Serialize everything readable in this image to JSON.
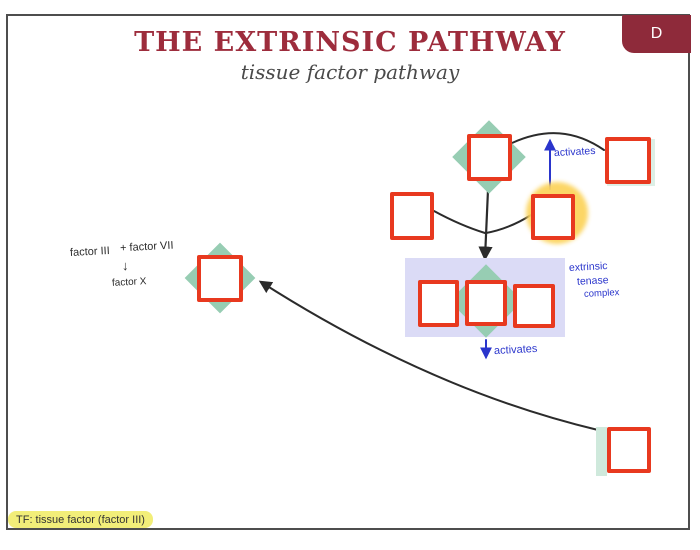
{
  "header": {
    "title": "THE EXTRINSIC PATHWAY",
    "subtitle": "tissue factor pathway"
  },
  "corner_tab": {
    "label": "D"
  },
  "notes": {
    "factor_note": {
      "factor_iii": "factor III",
      "plus_factor_vii": "+ factor VII",
      "down_arrow": "↓",
      "factor_x": "factor X"
    },
    "activates_top": "activates",
    "activates_bottom": "activates",
    "tenase_complex": {
      "line1": "extrinsic",
      "line2": "tenase",
      "line3": "complex"
    },
    "footnote": "TF: tissue factor (factor III)"
  },
  "colors": {
    "title_red": "#9d2c3c",
    "tab_maroon": "#8e2a3a",
    "cover_box_red": "#e8391f",
    "diamond_teal": "#97cdb3",
    "tenase_panel_lavender": "#dbdbf6",
    "highlight_yellow_circle": "#fcd45e",
    "footnote_highlight_yellow": "#f2ee79",
    "ink_blue": "#2a35cc",
    "ink_black": "#2b2b2b"
  }
}
